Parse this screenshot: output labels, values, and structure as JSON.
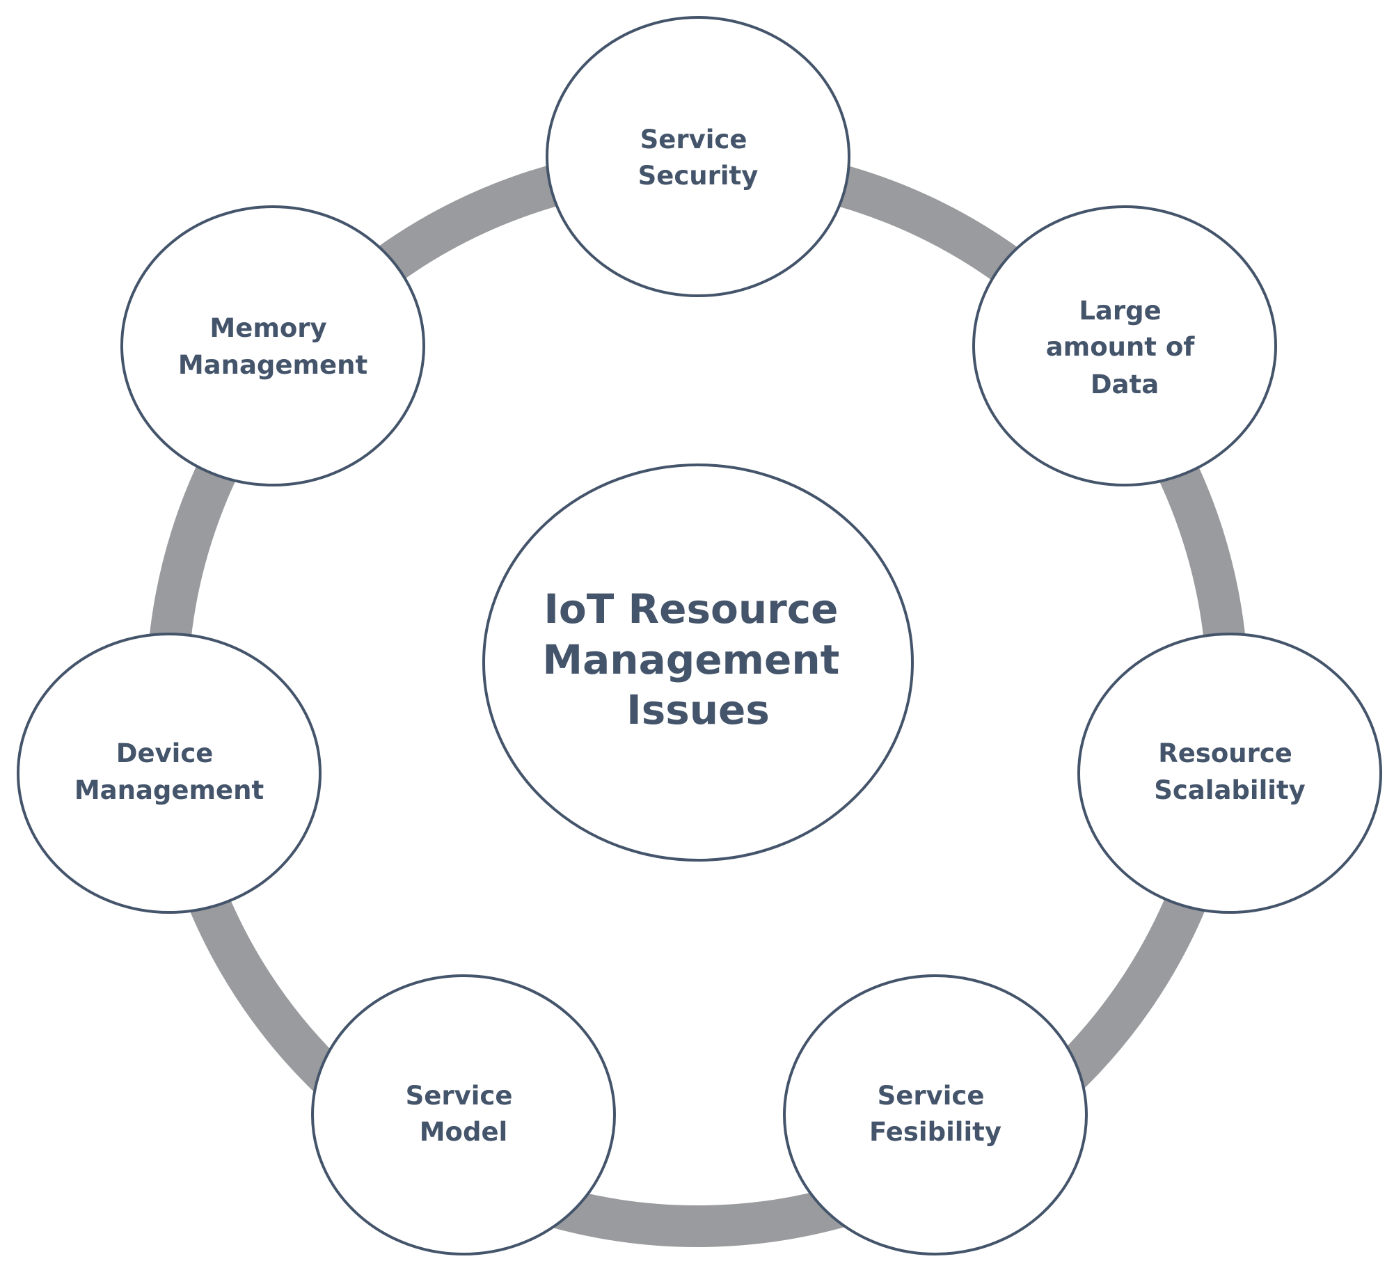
{
  "diagram": {
    "center": {
      "lines": [
        "IoT Resource",
        "Management",
        "Issues"
      ]
    },
    "nodes": [
      {
        "id": "service-security",
        "lines": [
          "Service",
          "Security"
        ]
      },
      {
        "id": "large-amount-of-data",
        "lines": [
          "Large",
          "amount of",
          "Data"
        ]
      },
      {
        "id": "resource-scalability",
        "lines": [
          "Resource",
          "Scalability"
        ]
      },
      {
        "id": "service-fesibility",
        "lines": [
          "Service",
          "Fesibility"
        ]
      },
      {
        "id": "service-model",
        "lines": [
          "Service",
          "Model"
        ]
      },
      {
        "id": "device-management",
        "lines": [
          "Device",
          "Management"
        ]
      },
      {
        "id": "memory-management",
        "lines": [
          "Memory",
          "Management"
        ]
      }
    ],
    "colors": {
      "ring": "#9a9b9e",
      "outline": "#44546a",
      "text": "#44546a",
      "background": "#ffffff"
    }
  }
}
